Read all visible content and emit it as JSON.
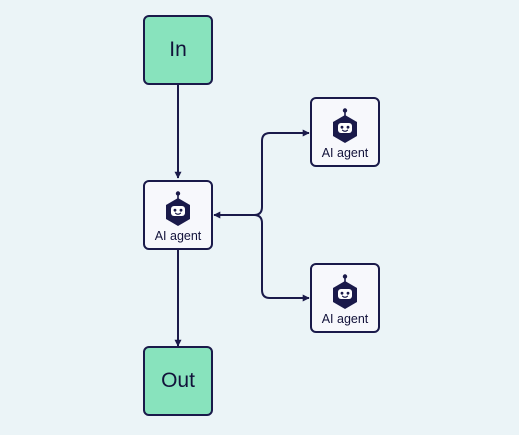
{
  "nodes": {
    "input": {
      "label": "In"
    },
    "output": {
      "label": "Out"
    },
    "orchestrator": {
      "label": "AI agent",
      "icon": "robot-icon"
    },
    "worker_top": {
      "label": "AI agent",
      "icon": "robot-icon"
    },
    "worker_bottom": {
      "label": "AI agent",
      "icon": "robot-icon"
    }
  },
  "colors": {
    "background": "#ebf4f7",
    "io_fill": "#88e3bd",
    "agent_fill": "#f7f8fc",
    "stroke": "#1a1a4a"
  }
}
